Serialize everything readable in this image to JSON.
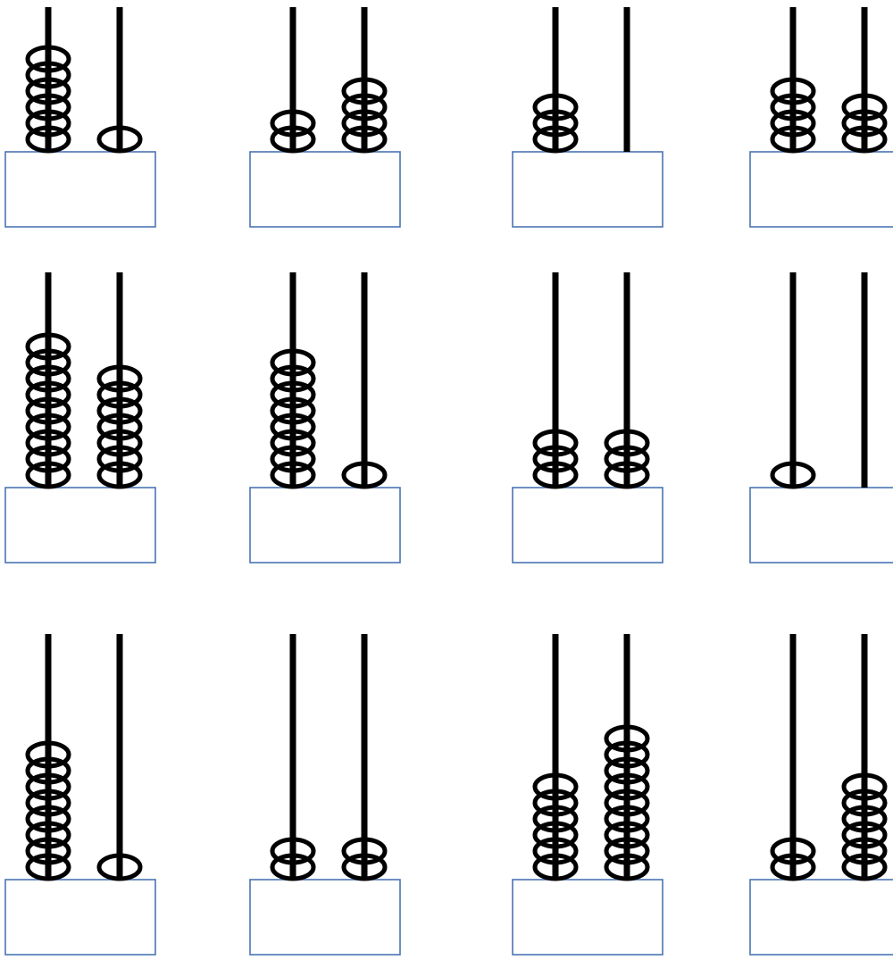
{
  "worksheet": {
    "rod_color": "#000000",
    "bead_color": "#000000",
    "answer_box_border": "#4a74b4",
    "answer_box_fill": "#ffffff",
    "abacuses": [
      {
        "tens": 6,
        "ones": 1,
        "answer": ""
      },
      {
        "tens": 2,
        "ones": 4,
        "answer": ""
      },
      {
        "tens": 3,
        "ones": 0,
        "answer": ""
      },
      {
        "tens": 4,
        "ones": 3,
        "answer": ""
      },
      {
        "tens": 9,
        "ones": 7,
        "answer": ""
      },
      {
        "tens": 8,
        "ones": 1,
        "answer": ""
      },
      {
        "tens": 3,
        "ones": 3,
        "answer": ""
      },
      {
        "tens": 1,
        "ones": 0,
        "answer": ""
      },
      {
        "tens": 8,
        "ones": 1,
        "answer": ""
      },
      {
        "tens": 2,
        "ones": 2,
        "answer": ""
      },
      {
        "tens": 6,
        "ones": 9,
        "answer": ""
      },
      {
        "tens": 2,
        "ones": 6,
        "answer": ""
      }
    ]
  }
}
